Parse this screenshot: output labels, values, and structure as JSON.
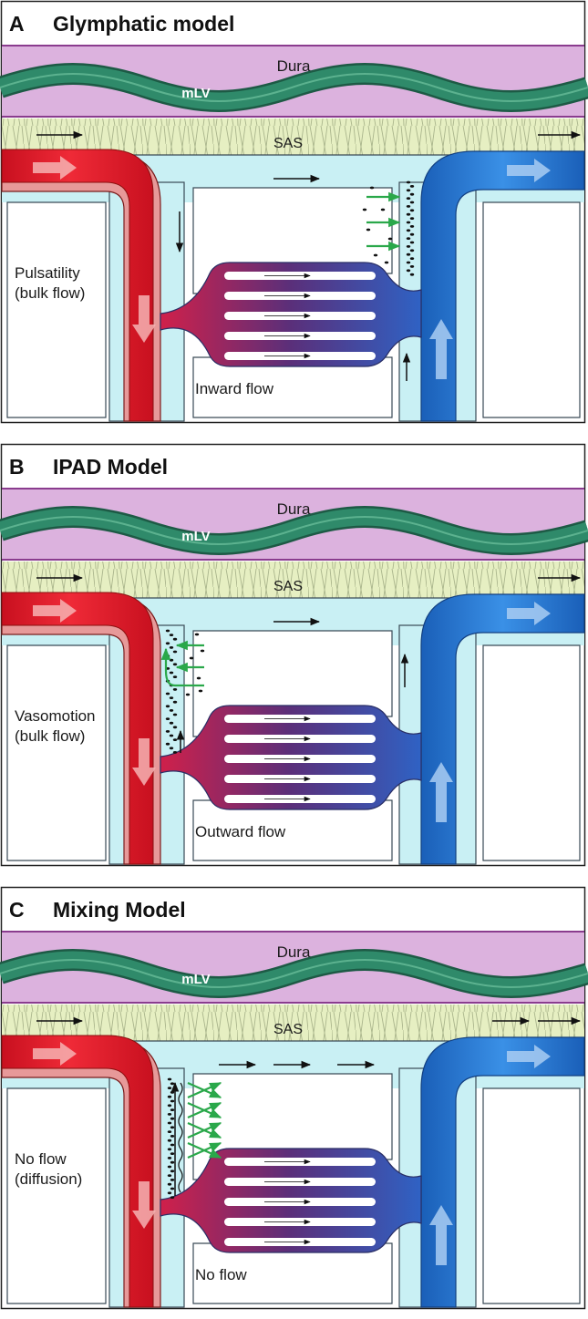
{
  "panels": [
    {
      "letter": "A",
      "title": "Glymphatic model",
      "dura": "Dura",
      "mlv": "mLV",
      "sas": "SAS",
      "side_line1": "Pulsatility",
      "side_line2": "(bulk flow)",
      "flow": "Inward flow"
    },
    {
      "letter": "B",
      "title": "IPAD Model",
      "dura": "Dura",
      "mlv": "mLV",
      "sas": "SAS",
      "side_line1": "Vasomotion",
      "side_line2": "(bulk flow)",
      "flow": "Outward flow"
    },
    {
      "letter": "C",
      "title": "Mixing Model",
      "dura": "Dura",
      "mlv": "mLV",
      "sas": "SAS",
      "side_line1": "No flow",
      "side_line2": "(diffusion)",
      "flow": "No flow"
    }
  ],
  "colors": {
    "dura": "#dcb2de",
    "mlv": "#2f8a6a",
    "sas_fibers": "#e6efc2",
    "csf": "#c9f0f4",
    "artery": "#e3202d",
    "vein": "#2a7ed8",
    "flux_arrow": "#2aa84a"
  }
}
